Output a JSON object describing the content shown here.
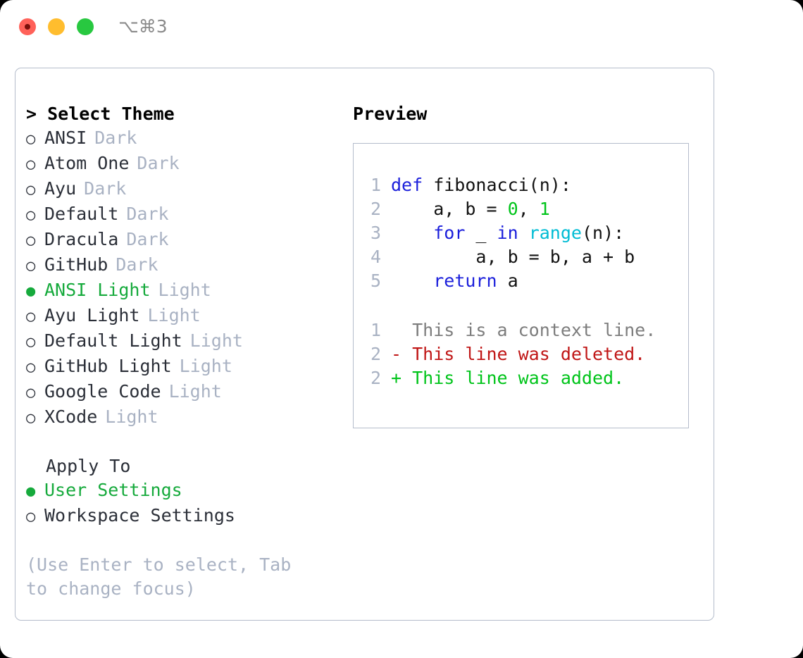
{
  "titlebar": {
    "shortcut": "⌥⌘3",
    "buttons": [
      "close",
      "minimize",
      "maximize"
    ]
  },
  "theme_panel": {
    "heading": "> Select Theme",
    "caret": ">",
    "heading_text": "Select Theme",
    "bullet_selected": "●",
    "bullet_unselected": "○",
    "items": [
      {
        "name": "ANSI",
        "kind": "Dark",
        "selected": false
      },
      {
        "name": "Atom One",
        "kind": "Dark",
        "selected": false
      },
      {
        "name": "Ayu",
        "kind": "Dark",
        "selected": false
      },
      {
        "name": "Default",
        "kind": "Dark",
        "selected": false
      },
      {
        "name": "Dracula",
        "kind": "Dark",
        "selected": false
      },
      {
        "name": "GitHub",
        "kind": "Dark",
        "selected": false
      },
      {
        "name": "ANSI Light",
        "kind": "Light",
        "selected": true
      },
      {
        "name": "Ayu Light",
        "kind": "Light",
        "selected": false
      },
      {
        "name": "Default Light",
        "kind": "Light",
        "selected": false
      },
      {
        "name": "GitHub Light",
        "kind": "Light",
        "selected": false
      },
      {
        "name": "Google Code",
        "kind": "Light",
        "selected": false
      },
      {
        "name": "XCode",
        "kind": "Light",
        "selected": false
      }
    ]
  },
  "apply_to": {
    "label": "Apply To",
    "items": [
      {
        "name": "User Settings",
        "selected": true
      },
      {
        "name": "Workspace Settings",
        "selected": false
      }
    ]
  },
  "hint": "(Use Enter to select, Tab to change focus)",
  "preview": {
    "title": "Preview",
    "code_lines": [
      {
        "no": "1",
        "tokens": [
          {
            "t": "def",
            "c": "kw"
          },
          {
            "t": " fibonacci(n):",
            "c": "plain"
          }
        ]
      },
      {
        "no": "2",
        "tokens": [
          {
            "t": "    a, b = ",
            "c": "plain"
          },
          {
            "t": "0",
            "c": "num"
          },
          {
            "t": ", ",
            "c": "plain"
          },
          {
            "t": "1",
            "c": "num"
          }
        ]
      },
      {
        "no": "3",
        "tokens": [
          {
            "t": "    ",
            "c": "plain"
          },
          {
            "t": "for",
            "c": "kw"
          },
          {
            "t": " _ ",
            "c": "plain"
          },
          {
            "t": "in",
            "c": "kw"
          },
          {
            "t": " ",
            "c": "plain"
          },
          {
            "t": "range",
            "c": "fn"
          },
          {
            "t": "(n):",
            "c": "plain"
          }
        ]
      },
      {
        "no": "4",
        "tokens": [
          {
            "t": "        a, b = b, a + b",
            "c": "plain"
          }
        ]
      },
      {
        "no": "5",
        "tokens": [
          {
            "t": "    ",
            "c": "plain"
          },
          {
            "t": "return",
            "c": "kw"
          },
          {
            "t": " a",
            "c": "plain"
          }
        ]
      }
    ],
    "diff_lines": [
      {
        "no": "1",
        "marker": " ",
        "text": " This is a context line.",
        "kind": "ctx"
      },
      {
        "no": "2",
        "marker": "-",
        "text": " This line was deleted.",
        "kind": "del"
      },
      {
        "no": "2",
        "marker": "+",
        "text": " This line was added.",
        "kind": "add"
      }
    ]
  },
  "colors": {
    "accent_green": "#16aa3c",
    "muted": "#a9b2c3",
    "border": "#b4bccb",
    "keyword": "#1b1fdb",
    "function": "#00bcd4",
    "number": "#00c41a",
    "diff_deleted": "#c01616",
    "diff_added": "#00c41a",
    "diff_context": "#7d7d7d"
  }
}
